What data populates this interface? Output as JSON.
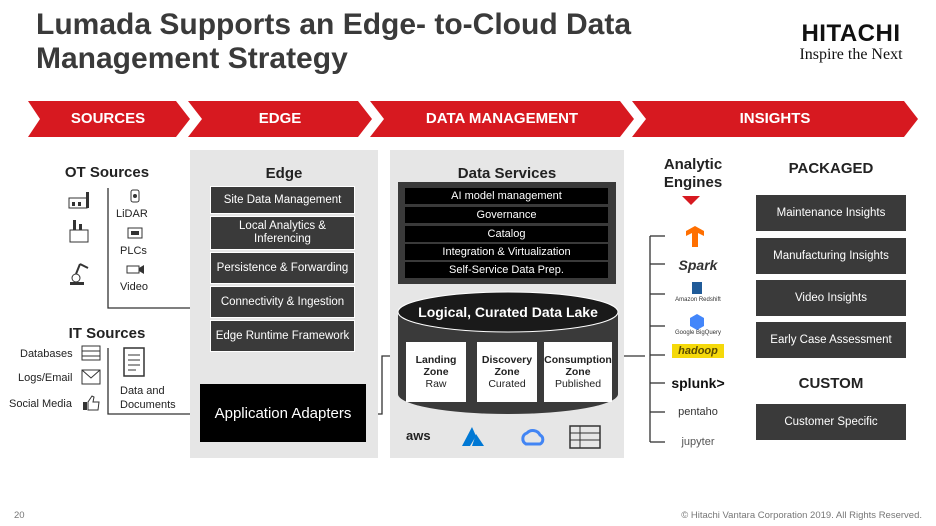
{
  "title_line1": "Lumada Supports an Edge- to-Cloud Data",
  "title_line2": "Management Strategy",
  "logo": {
    "main": "HITACHI",
    "tagline": "Inspire the Next"
  },
  "banner": {
    "color": "#d71920",
    "stages": [
      "SOURCES",
      "EDGE",
      "DATA MANAGEMENT",
      "INSIGHTS"
    ]
  },
  "sources": {
    "ot_title": "OT Sources",
    "ot_items": [
      "LiDAR",
      "PLCs",
      "Video"
    ],
    "it_title": "IT Sources",
    "it_items": [
      "Databases",
      "Logs/Email",
      "Social Media"
    ],
    "documents": "Data and Documents"
  },
  "edge": {
    "title": "Edge",
    "boxes": [
      "Site Data Management",
      "Local Analytics & Inferencing",
      "Persistence & Forwarding",
      "Connectivity & Ingestion",
      "Edge Runtime Framework"
    ],
    "adapters": "Application Adapters"
  },
  "data_services": {
    "title": "Data Services",
    "items": [
      "AI model management",
      "Governance",
      "Catalog",
      "Integration & Virtualization",
      "Self-Service Data Prep."
    ]
  },
  "lake": {
    "title": "Logical, Curated Data Lake",
    "zones": [
      {
        "name": "Landing Zone",
        "sub": "Raw"
      },
      {
        "name": "Discovery Zone",
        "sub": "Curated"
      },
      {
        "name": "Consumption Zone",
        "sub": "Published"
      }
    ],
    "clouds": [
      "aws",
      "azure-icon",
      "google-cloud-icon",
      "datacenter-icon"
    ]
  },
  "engines": {
    "title_line1": "Analytic",
    "title_line2": "Engines",
    "items": [
      "tensorflow-icon",
      "Spark",
      "Amazon Redshift",
      "Google BigQuery",
      "hadoop",
      "splunk>",
      "pentaho",
      "jupyter"
    ]
  },
  "insights": {
    "packaged_title": "PACKAGED",
    "packaged": [
      "Maintenance Insights",
      "Manufacturing Insights",
      "Video Insights",
      "Early Case Assessment"
    ],
    "custom_title": "CUSTOM",
    "custom": [
      "Customer Specific"
    ]
  },
  "footer": {
    "page": "20",
    "copyright": "© Hitachi Vantara Corporation 2019. All Rights Reserved."
  }
}
